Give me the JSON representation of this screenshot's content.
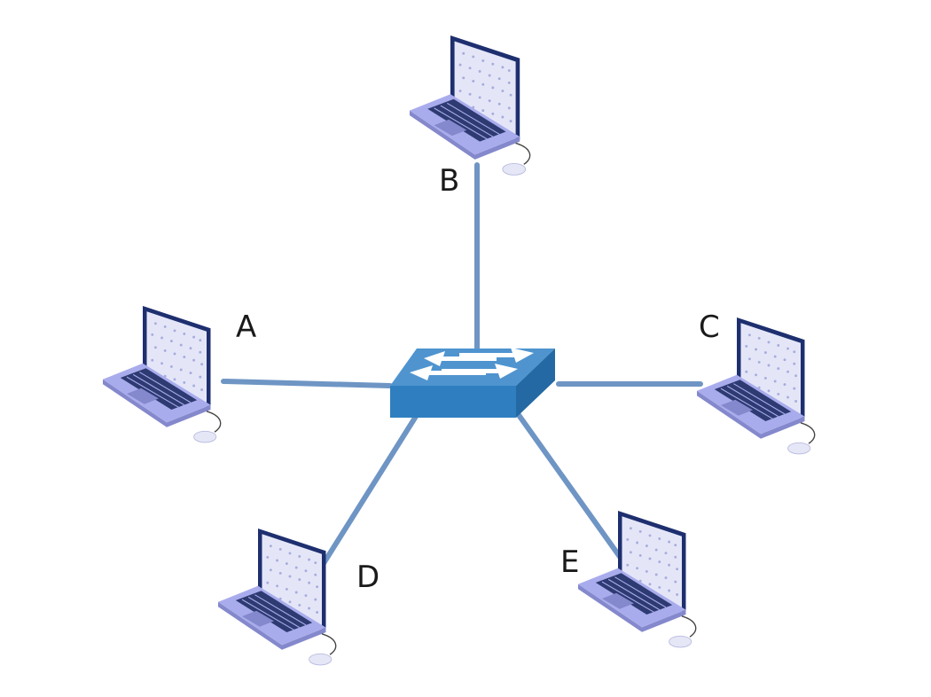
{
  "colors": {
    "cable": "#6e95c4",
    "switch_top": "#4f94cf",
    "switch_front": "#2f7fc0",
    "switch_side": "#2469a3",
    "laptop_screen_frame": "#1e2f6f",
    "laptop_screen": "#e4e6f8",
    "laptop_screen_dots": "#a7acdc",
    "laptop_base": "#a9acec",
    "laptop_base_side": "#8488cc",
    "laptop_keys": "#2e3a72",
    "mouse": "#e6e7f6"
  },
  "switch": {
    "icon": "network-switch-icon"
  },
  "nodes": [
    {
      "id": "A",
      "label": "A",
      "icon": "laptop-icon"
    },
    {
      "id": "B",
      "label": "B",
      "icon": "laptop-icon"
    },
    {
      "id": "C",
      "label": "C",
      "icon": "laptop-icon"
    },
    {
      "id": "D",
      "label": "D",
      "icon": "laptop-icon"
    },
    {
      "id": "E",
      "label": "E",
      "icon": "laptop-icon"
    }
  ],
  "links": [
    {
      "from": "switch",
      "to": "A"
    },
    {
      "from": "switch",
      "to": "B"
    },
    {
      "from": "switch",
      "to": "C"
    },
    {
      "from": "switch",
      "to": "D"
    },
    {
      "from": "switch",
      "to": "E"
    }
  ]
}
